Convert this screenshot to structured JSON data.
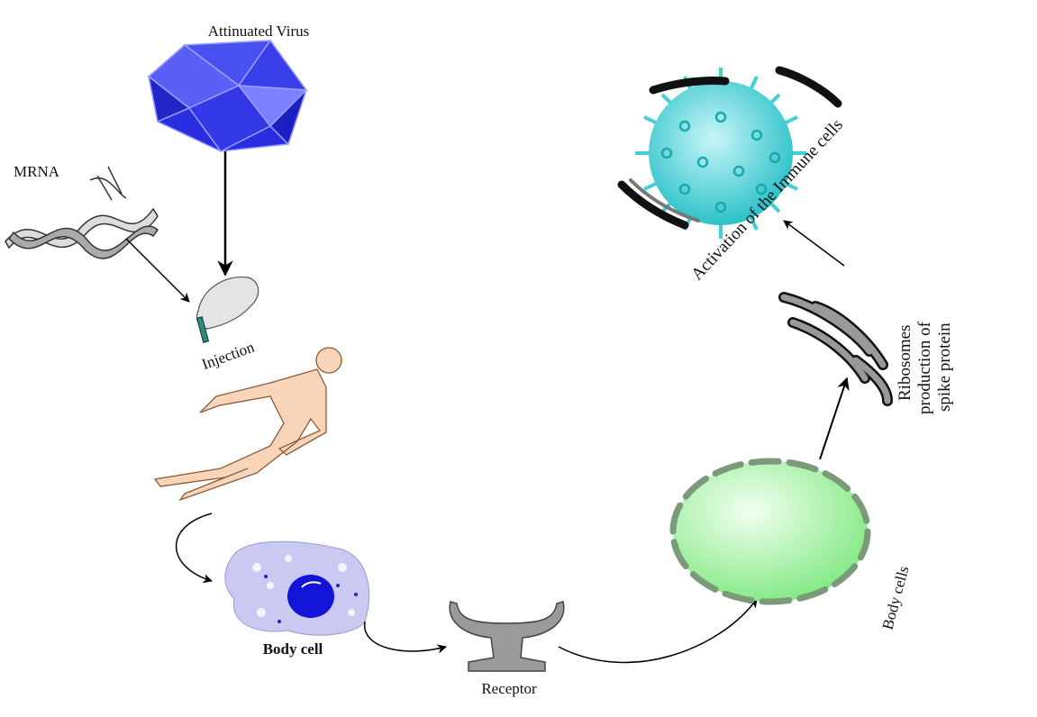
{
  "labels": {
    "attenuated_virus": "Attinuated Virus",
    "mrna": "MRNA",
    "injection": "Injection",
    "body_cell": "Body cell",
    "receptor": "Receptor",
    "body_cells": "Body cells",
    "ribosomes_line1": "Ribosomes",
    "ribosomes_line2": "production of",
    "ribosomes_line3": "spike protein",
    "activation": "Activation of the Immune cells"
  },
  "colors": {
    "virus": "#2a2ee0",
    "immune_cell": "#3fd0d8",
    "body_cell": "#c9c9f2",
    "nucleus": "#1414d8",
    "green_cell": "#a6f2a6",
    "skin": "#f8d5b8",
    "gray": "#8a8a8a"
  }
}
